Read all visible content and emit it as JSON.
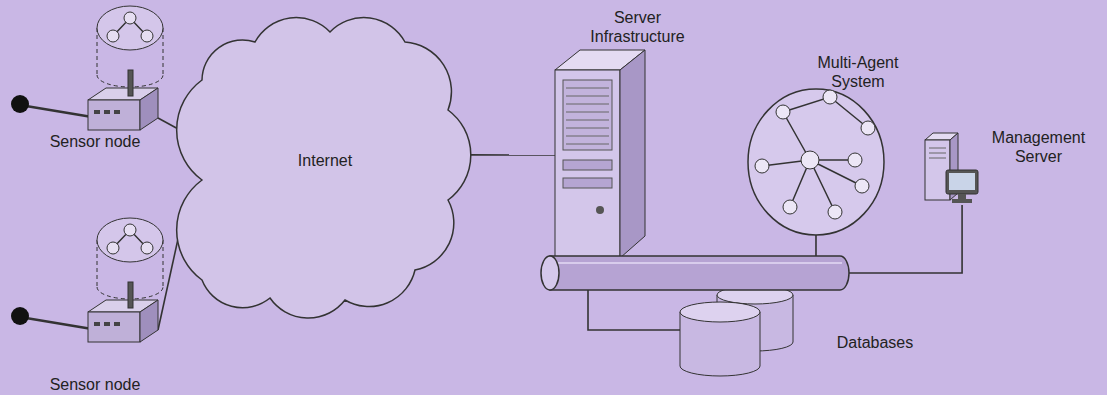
{
  "diagram": {
    "nodes": [
      {
        "text": [
          "Sensor node"
        ]
      },
      {
        "text": [
          "Sensor node"
        ]
      },
      {
        "text": [
          "Internet"
        ]
      },
      {
        "text": [
          "Server Infrastructure"
        ]
      },
      {
        "text": [
          "Multi-Agent System"
        ]
      },
      {
        "text": [
          "Management Server"
        ]
      },
      {
        "text": [
          "Databases"
        ]
      }
    ],
    "edges": [
      {
        "from": 0,
        "to": 2,
        "arrow": "none"
      },
      {
        "from": 1,
        "to": 2,
        "arrow": "none"
      },
      {
        "from": 2,
        "to": 3,
        "arrow": "none"
      },
      {
        "from": 3,
        "to": 4,
        "arrow": "none"
      },
      {
        "from": 3,
        "to": 5,
        "arrow": "none"
      },
      {
        "from": 3,
        "to": 6,
        "arrow": "none"
      }
    ]
  }
}
